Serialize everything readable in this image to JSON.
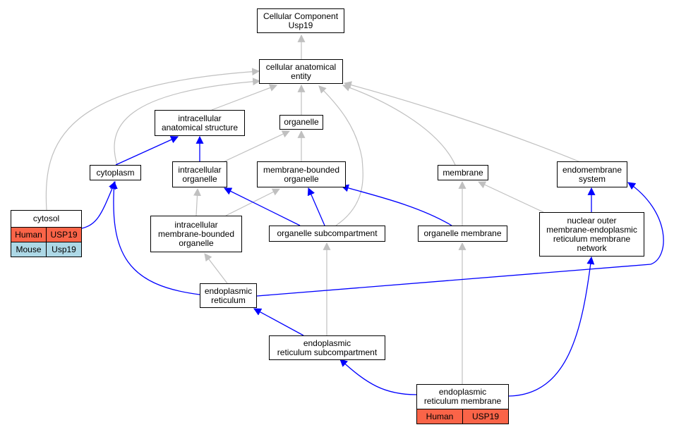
{
  "colors": {
    "is_a_edge": "#c0c0c0",
    "part_of_edge": "#0000ff",
    "human_row": "#fa6448",
    "mouse_row": "#add8e6"
  },
  "nodes": {
    "root": [
      "Cellular Component",
      "Usp19"
    ],
    "cae": [
      "cellular anatomical",
      "entity"
    ],
    "ias": [
      "intracellular",
      "anatomical structure"
    ],
    "organelle": [
      "organelle"
    ],
    "cytoplasm": [
      "cytoplasm"
    ],
    "io": [
      "intracellular",
      "organelle"
    ],
    "mbo": [
      "membrane-bounded",
      "organelle"
    ],
    "membrane": [
      "membrane"
    ],
    "ems": [
      "endomembrane",
      "system"
    ],
    "cytosol": [
      "cytosol"
    ],
    "imbo": [
      "intracellular",
      "membrane-bounded",
      "organelle"
    ],
    "osc": [
      "organelle subcompartment"
    ],
    "om": [
      "organelle membrane"
    ],
    "nom": [
      "nuclear outer",
      "membrane-endoplasmic",
      "reticulum membrane",
      "network"
    ],
    "er": [
      "endoplasmic",
      "reticulum"
    ],
    "ersc": [
      "endoplasmic",
      "reticulum subcompartment"
    ],
    "erm": [
      "endoplasmic",
      "reticulum membrane"
    ]
  },
  "annotations": {
    "cytosol": [
      {
        "species": "Human",
        "gene": "USP19"
      },
      {
        "species": "Mouse",
        "gene": "Usp19"
      }
    ],
    "erm": [
      {
        "species": "Human",
        "gene": "USP19"
      }
    ]
  }
}
